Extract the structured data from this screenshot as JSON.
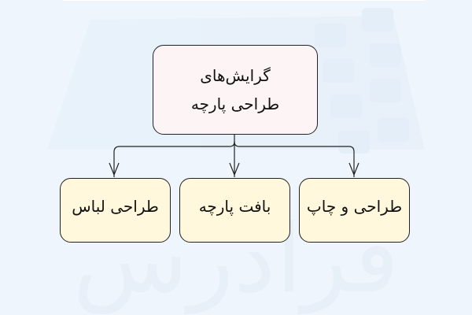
{
  "diagram": {
    "root": {
      "line1": "گرایش‌های",
      "line2": "طراحی پارچه",
      "fill": "#fcf4f5"
    },
    "children": [
      {
        "label": "طراحی و چاپ",
        "fill": "#fff8dc"
      },
      {
        "label": "بافت پارچه",
        "fill": "#fff8dc"
      },
      {
        "label": "طراحی لباس",
        "fill": "#fff8dc"
      }
    ],
    "edges": [
      {
        "from": "root",
        "to": "طراحی و چاپ"
      },
      {
        "from": "root",
        "to": "بافت پارچه"
      },
      {
        "from": "root",
        "to": "طراحی لباس"
      }
    ]
  },
  "watermark": {
    "text": "فرادرس"
  },
  "colors": {
    "background": "#eef5fc",
    "border": "#222222"
  }
}
